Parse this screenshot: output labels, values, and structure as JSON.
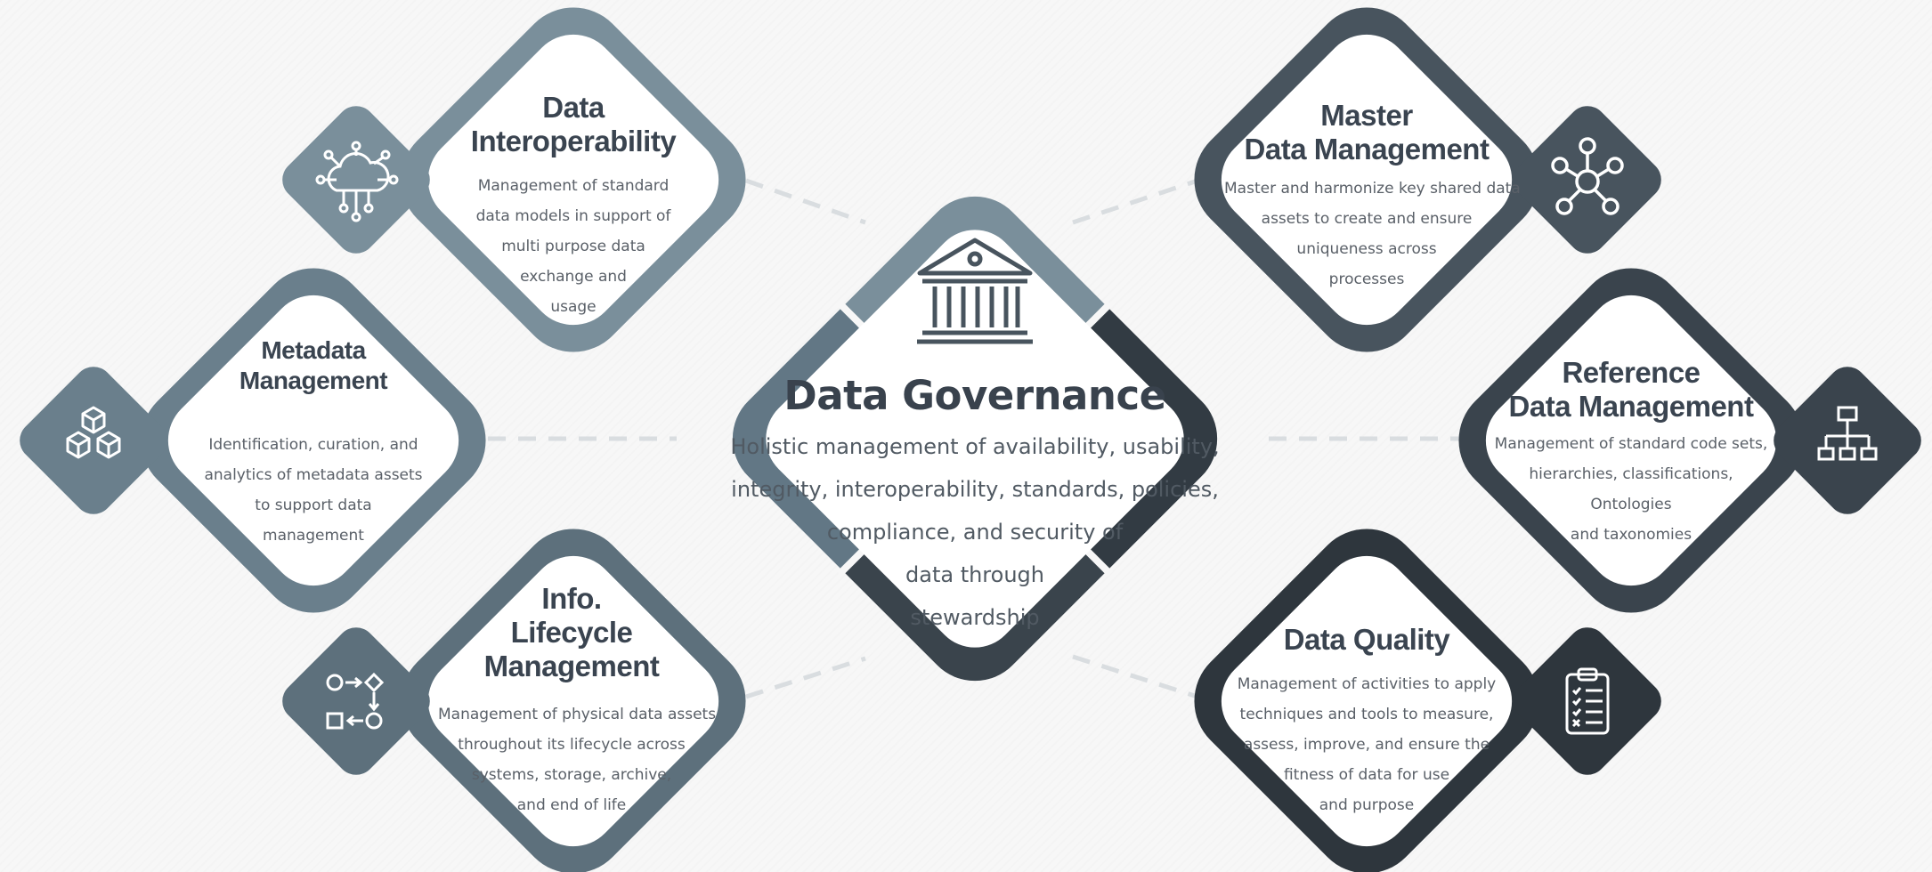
{
  "center": {
    "title": "Data Governance",
    "lines": [
      "Holistic management of availability, usability,",
      "integrity, interoperability, standards, policies,",
      "compliance, and security of",
      "data through",
      "stewardship"
    ],
    "icon": "government-building-icon"
  },
  "nodes": {
    "interop": {
      "title": [
        "Data",
        "Interoperability"
      ],
      "desc": [
        "Management of standard",
        "data models in support of",
        "multi purpose data",
        "exchange and",
        "usage"
      ],
      "icon": "cloud-network-icon",
      "color": "#7a8f9b"
    },
    "metadata": {
      "title": [
        "Metadata",
        "Management"
      ],
      "desc": [
        "Identification, curation, and",
        "analytics of metadata assets",
        "to support data",
        "management"
      ],
      "icon": "cubes-icon",
      "color": "#6a7f8c"
    },
    "lifecycle": {
      "title": [
        "Info.",
        "Lifecycle",
        "Management"
      ],
      "desc": [
        "Management of physical data assets",
        "throughout its lifecycle across",
        "systems, storage, archive,",
        "and end of life"
      ],
      "icon": "process-flow-icon",
      "color": "#5d707c"
    },
    "master": {
      "title": [
        "Master",
        "Data Management"
      ],
      "desc": [
        "Master and harmonize key shared data",
        "assets to create and ensure",
        "uniqueness across",
        "processes"
      ],
      "icon": "hub-network-icon",
      "color": "#48545e"
    },
    "reference": {
      "title": [
        "Reference",
        "Data Management"
      ],
      "desc": [
        "Management of standard code sets,",
        "hierarchies, classifications,",
        "Ontologies",
        "and taxonomies"
      ],
      "icon": "org-chart-icon",
      "color": "#3a444d"
    },
    "quality": {
      "title": [
        "Data Quality"
      ],
      "desc": [
        "Management of activities to apply",
        "techniques and tools to measure,",
        "assess, improve, and ensure the",
        "fitness of data for use",
        "and purpose"
      ],
      "icon": "checklist-clipboard-icon",
      "color": "#2e363d"
    }
  },
  "colors": {
    "background": "#f7f7f7",
    "center_light": "#7a8f9b",
    "center_mid": "#627785",
    "center_dark": "#323b43",
    "connector": "#d9dde0",
    "text_dark": "#3a4450"
  }
}
